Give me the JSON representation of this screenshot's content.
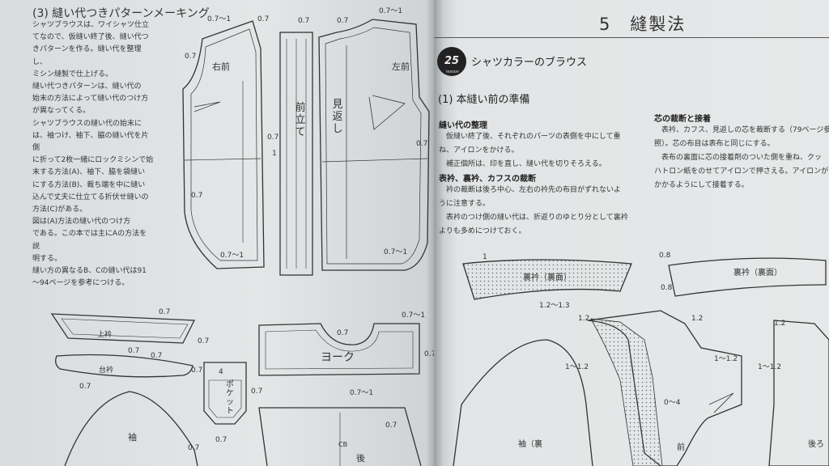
{
  "left": {
    "section_title": "(3) 縫い代つきパターンメーキング",
    "intro_lines": [
      "シャツブラウスは、ワイシャツ仕立",
      "てなので、仮縫い終了後、縫い代つ",
      "きパターンを作る。縫い代を整理し、",
      "ミシン縫製で仕上げる。",
      "縫い代つきパターンは、縫い代の",
      "始末の方法によって縫い代のつけ方",
      "が異なってくる。",
      "シャツブラウスの縫い代の始末に",
      "は、袖つけ、袖下、脇の縫い代を片側",
      "に折って2枚一緒にロックミシンで始",
      "末する方法(A)、袖下、脇を袋縫い",
      "にする方法(B)、裁ち端を中に縫い",
      "込んで丈夫に仕立てる折伏せ縫いの",
      "方法(C)がある。",
      "図は(A)方法の縫い代のつけ方",
      "である。この本では主にAの方法を説",
      "明する。",
      "縫い方の異なるB、Cの縫い代は91",
      "～94ページを参考につける。"
    ],
    "pattern_labels": {
      "right_front": "右前",
      "left_front": "左前",
      "front_band": "前立て",
      "facing": "見返し",
      "upper_collar": "上衿",
      "collar_stand": "台衿",
      "yoke": "ヨーク",
      "pocket": "ポケット",
      "sleeve": "袖",
      "back": "後",
      "cb": "CB"
    },
    "measures": {
      "m1": "0.7～1",
      "m07": "0.7",
      "m1a": "1",
      "m4": "4",
      "m_07_1v": "0.7\n～\n1"
    }
  },
  "right": {
    "chapter_title": "5　縫製法",
    "badge_num": "25",
    "badge_sub": "lesson",
    "chapter_sub": "シャツカラーのブラウス",
    "heading": "(1) 本縫い前の準備",
    "blocks": [
      {
        "title": "縫い代の整理",
        "lines": [
          "　仮縫い終了後、それぞれのパーツの表側を中にして重",
          "ね、アイロンをかける。",
          "　補正個所は、印を直し、縫い代を切りそろえる。"
        ]
      },
      {
        "title": "表衿、裏衿、カフスの裁断",
        "lines": [
          "　衿の裁断は後ろ中心、左右の衿先の布目がずれないよ",
          "うに注意する。",
          "　表衿のつけ側の縫い代は、折返りのゆとり分として裏衿",
          "よりも多めにつけておく。"
        ]
      }
    ],
    "side_block": {
      "title": "芯の裁断と接着",
      "lines": [
        "　表衿、カフス、見返しの芯を裁断する（79ページ参",
        "照）。芯の布目は表布と同じにする。",
        "　表布の裏面に芯の接着剤のついた側を重ね、クッ",
        "ハトロン紙をのせてアイロンで押さえる。アイロンが",
        "かかるようにして接着する。"
      ]
    },
    "pattern_labels": {
      "collar_under": "裏衿（裏面）",
      "collar_under2": "裏衿（裏面）",
      "sleeve_cut": "袖（裏",
      "front": "前",
      "back_cut": "後ろ"
    },
    "measures": {
      "r1": "1",
      "r1213": "1.2～1.3",
      "r08": "0.8",
      "r12": "1.2",
      "r112": "1～1.2",
      "r04": "0～4"
    }
  }
}
